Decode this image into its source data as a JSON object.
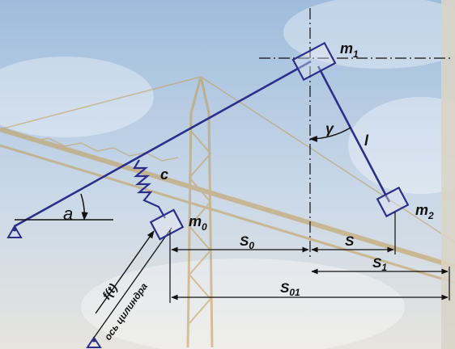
{
  "labels": {
    "m1": "m",
    "m1_sub": "1",
    "m2": "m",
    "m2_sub": "2",
    "m0": "m",
    "m0_sub": "0",
    "spring": "c",
    "link_length": "l",
    "gamma": "γ",
    "alpha": "a",
    "s0": "S",
    "s0_sub": "0",
    "s": "S",
    "s1": "S",
    "s1_sub": "1",
    "s01": "S",
    "s01_sub": "01",
    "force": "f(t)",
    "cylinder_axis": "ось цилиндра"
  },
  "colors": {
    "link": "#2b2f8c",
    "dim": "#111111",
    "mass_fill": "#e8ecf4",
    "sky_top": "#a9c3df",
    "sky_bottom": "#e3e6e8",
    "crane": "#c9a25a"
  }
}
